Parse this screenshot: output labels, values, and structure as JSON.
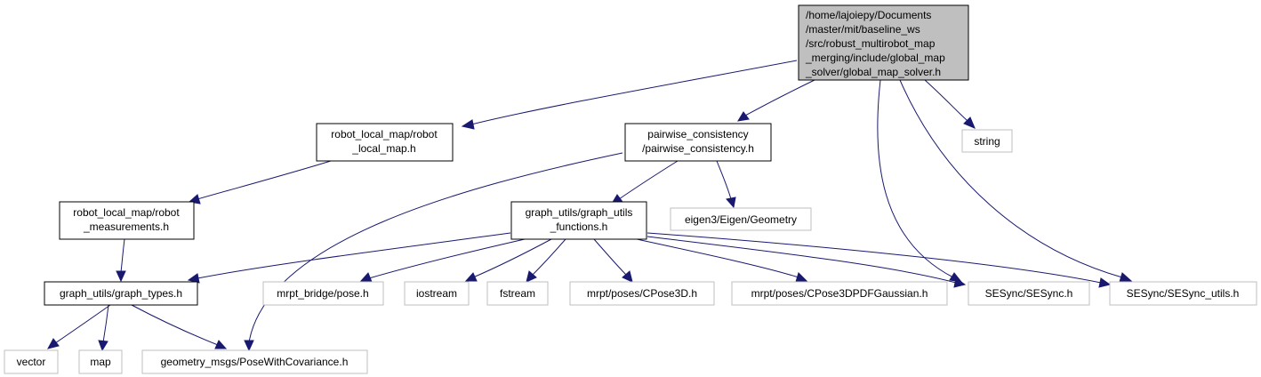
{
  "colors": {
    "edge": "#191970",
    "root_fill": "#bfbfbf",
    "local_border": "#000000",
    "external_border": "#bfbfbf"
  },
  "nodes": {
    "root": [
      "/home/lajoiepy/Documents",
      "/master/mit/baseline_ws",
      "/src/robust_multirobot_map",
      "_merging/include/global_map",
      "_solver/global_map_solver.h"
    ],
    "robot_local_map": [
      "robot_local_map/robot",
      "_local_map.h"
    ],
    "pairwise": [
      "pairwise_consistency",
      "/pairwise_consistency.h"
    ],
    "string": [
      "string"
    ],
    "robot_meas": [
      "robot_local_map/robot",
      "_measurements.h"
    ],
    "graph_utils_functions": [
      "graph_utils/graph_utils",
      "_functions.h"
    ],
    "eigen": [
      "eigen3/Eigen/Geometry"
    ],
    "graph_types": [
      "graph_utils/graph_types.h"
    ],
    "mrpt_bridge": [
      "mrpt_bridge/pose.h"
    ],
    "iostream": [
      "iostream"
    ],
    "fstream": [
      "fstream"
    ],
    "cpose3d": [
      "mrpt/poses/CPose3D.h"
    ],
    "cpose3dpdf": [
      "mrpt/poses/CPose3DPDFGaussian.h"
    ],
    "sesync": [
      "SESync/SESync.h"
    ],
    "sesync_utils": [
      "SESync/SESync_utils.h"
    ],
    "vector": [
      "vector"
    ],
    "map": [
      "map"
    ],
    "geometry_msgs": [
      "geometry_msgs/PoseWithCovariance.h"
    ]
  }
}
